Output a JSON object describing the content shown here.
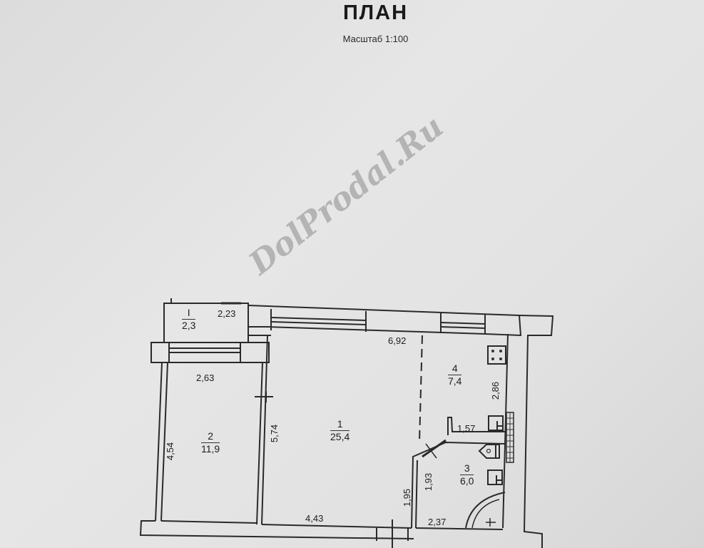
{
  "header": {
    "title": "ПЛАН",
    "scale": "Масштаб 1:100"
  },
  "watermark": "DolProdal.Ru",
  "rooms": [
    {
      "id": "balcony",
      "number": "I",
      "area": "2,3"
    },
    {
      "id": "bedroom",
      "number": "2",
      "area": "11,9"
    },
    {
      "id": "living",
      "number": "1",
      "area": "25,4"
    },
    {
      "id": "kitchen",
      "number": "4",
      "area": "7,4"
    },
    {
      "id": "bathroom",
      "number": "3",
      "area": "6,0"
    }
  ],
  "dimensions": {
    "balcony_width": "2,23",
    "bedroom_width": "2,63",
    "bedroom_length": "4,54",
    "living_depth": "5,74",
    "living_top_width": "6,92",
    "living_bottom_width": "4,43",
    "kitchen_length": "2,86",
    "hall_width": "1,57",
    "bath_height": "1,93",
    "corridor_height": "1,95",
    "bath_width": "2,37"
  },
  "colors": {
    "line": "#2a2a2a",
    "paper": "#e2e2e2"
  }
}
